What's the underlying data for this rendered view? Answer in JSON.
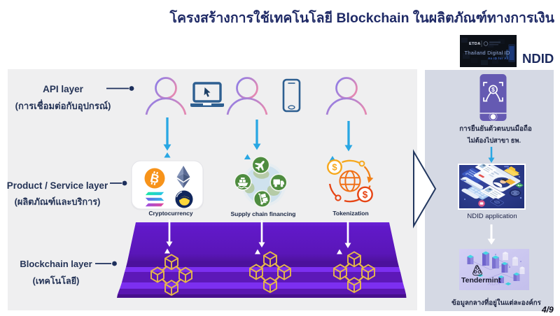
{
  "title": "โครงสร้างการใช้เทคโนโลยี Blockchain ในผลิตภัณฑ์ทางการเงิน",
  "header": {
    "ndid_label": "NDID",
    "etda_badge": {
      "brand": "ETDA",
      "line1": "Thailand Digital ID",
      "line2": "An ID for All"
    }
  },
  "layers": [
    {
      "label": "API layer",
      "sublabel": "(การเชื่อมต่อกับอุปกรณ์)"
    },
    {
      "label": "Product / Service layer",
      "sublabel": "(ผลิตภัณฑ์และบริการ)"
    },
    {
      "label": "Blockchain layer",
      "sublabel": "(เทคโนโลยี)"
    }
  ],
  "products": [
    {
      "label": "Cryptocurrency"
    },
    {
      "label": "Supply chain financing"
    },
    {
      "label": "Tokenization"
    }
  ],
  "right_panel": {
    "caption_line1": "การยืนยันตัวตนบนมือถือ",
    "caption_line2": "ไม่ต้องไปสาขา ธพ.",
    "app_label": "NDID application",
    "tendermint_label": "Tendermint",
    "bottom_caption": "ข้อมูลกลางที่อยู่ในแต่ละองค์กร"
  },
  "page_number": "4/9",
  "colors": {
    "accent_blue": "#29a7e3",
    "navy": "#1f2a66",
    "platform_purple": "#6420c6",
    "platform_highlight": "#7c2ff0",
    "panel_gray": "#efeff0",
    "panel_lavender": "#d5d9e4",
    "bitcoin_orange": "#f7931a",
    "supply_green": "#4e8c3f",
    "gold": "#e6b84a"
  }
}
